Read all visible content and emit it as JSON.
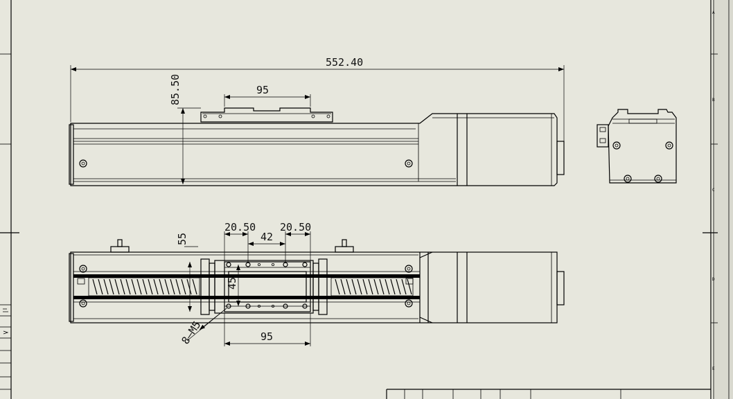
{
  "dimensions": {
    "overall_length": "552.40",
    "height": "85.50",
    "carriage_length_top": "95",
    "carriage_length_bottom": "95",
    "hole_offset_left": "20.50",
    "hole_offset_right": "20.50",
    "hole_pitch": "42",
    "carriage_width": "45",
    "rail_offset": "55",
    "hole_spec": "8—M5"
  },
  "border": {
    "zone_letters": [
      "A",
      "B",
      "C",
      "D",
      "E"
    ]
  }
}
